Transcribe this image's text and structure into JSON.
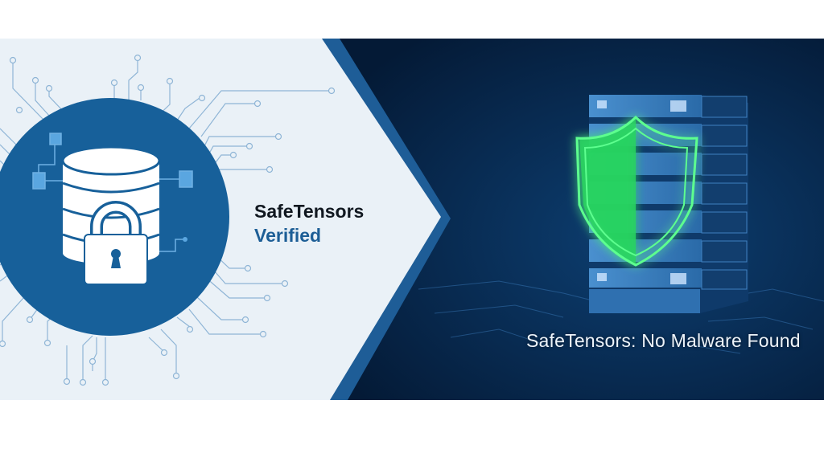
{
  "left_panel": {
    "title": "SafeTensors",
    "subtitle": "Verified",
    "icons": [
      "database-icon",
      "padlock-icon",
      "circuit-icon"
    ]
  },
  "right_panel": {
    "caption": "SafeTensors: No Malware Found",
    "icons": [
      "server-rack-icon",
      "shield-icon"
    ]
  },
  "colors": {
    "left_background": "#eaf1f7",
    "circle": "#17609a",
    "accent_blue": "#1d5e96",
    "dark_background": "#06213f",
    "shield_glow": "#2cf06a"
  }
}
